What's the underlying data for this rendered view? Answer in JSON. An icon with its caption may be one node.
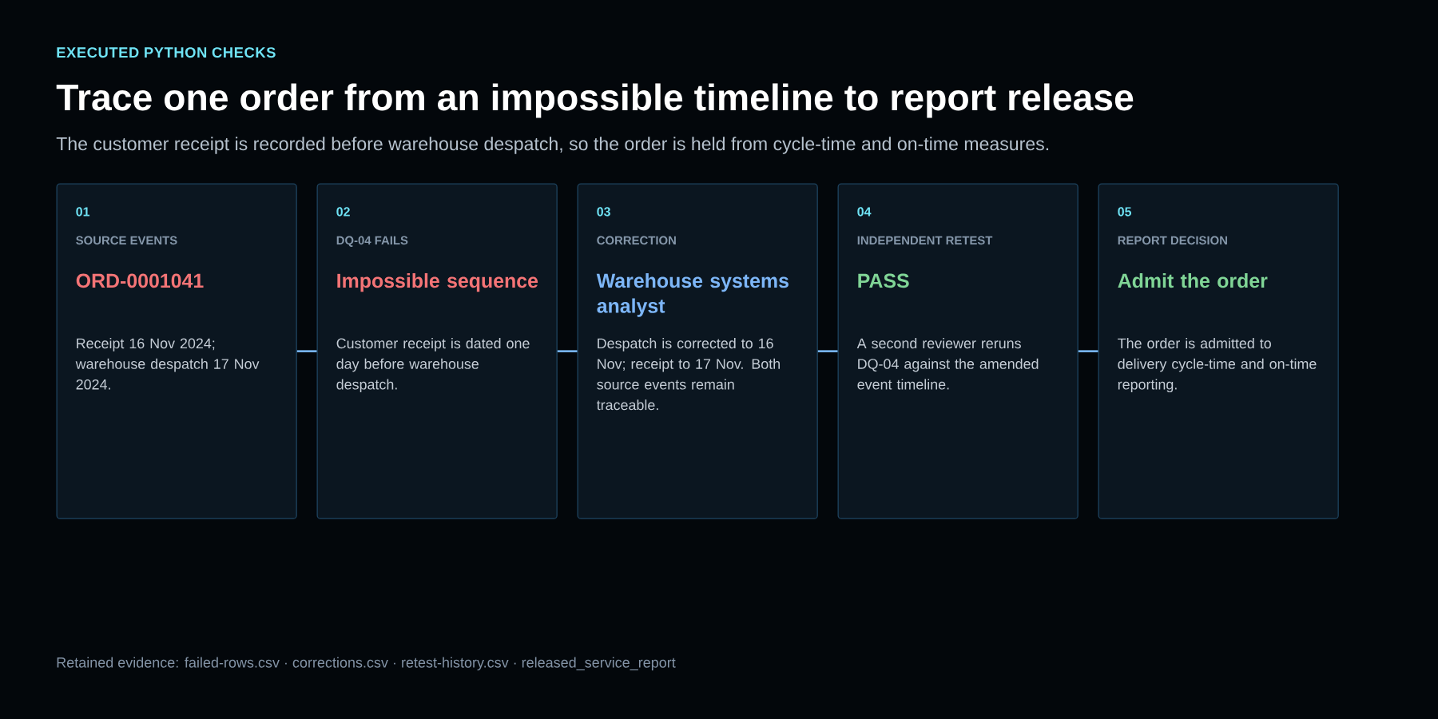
{
  "diagram": {
    "title": "Trace one order from an impossible timeline to report release",
    "nodes": [
      {
        "text": [
          "01",
          "SOURCE EVENTS",
          "ORD-0001041",
          "Receipt 16 Nov 2024; warehouse despatch 17 Nov 2024."
        ]
      },
      {
        "text": [
          "02",
          "DQ-04 FAILS",
          "Impossible sequence",
          "Customer receipt is dated one day before warehouse despatch."
        ]
      },
      {
        "text": [
          "03",
          "CORRECTION",
          "Warehouse systems analyst",
          "Despatch is corrected to 16 Nov; receipt to 17 Nov. Both source events remain traceable."
        ]
      },
      {
        "text": [
          "04",
          "INDEPENDENT RETEST",
          "PASS",
          "A second reviewer reruns DQ-04 against the amended event timeline."
        ]
      },
      {
        "text": [
          "05",
          "REPORT DECISION",
          "Admit the order",
          "The order is admitted to delivery cycle-time and on-time reporting."
        ]
      }
    ],
    "edges": [
      {
        "from": 0,
        "to": 1,
        "arrow": "none"
      },
      {
        "from": 1,
        "to": 2,
        "arrow": "none"
      },
      {
        "from": 2,
        "to": 3,
        "arrow": "none"
      },
      {
        "from": 3,
        "to": 4,
        "arrow": "none"
      }
    ],
    "labels": [
      "EXECUTED PYTHON CHECKS",
      "The customer receipt is recorded before warehouse despatch, so the order is held from cycle-time and on-time measures.",
      "Retained evidence: failed-rows.csv · corrections.csv · retest-history.csv · released_service_report"
    ]
  }
}
